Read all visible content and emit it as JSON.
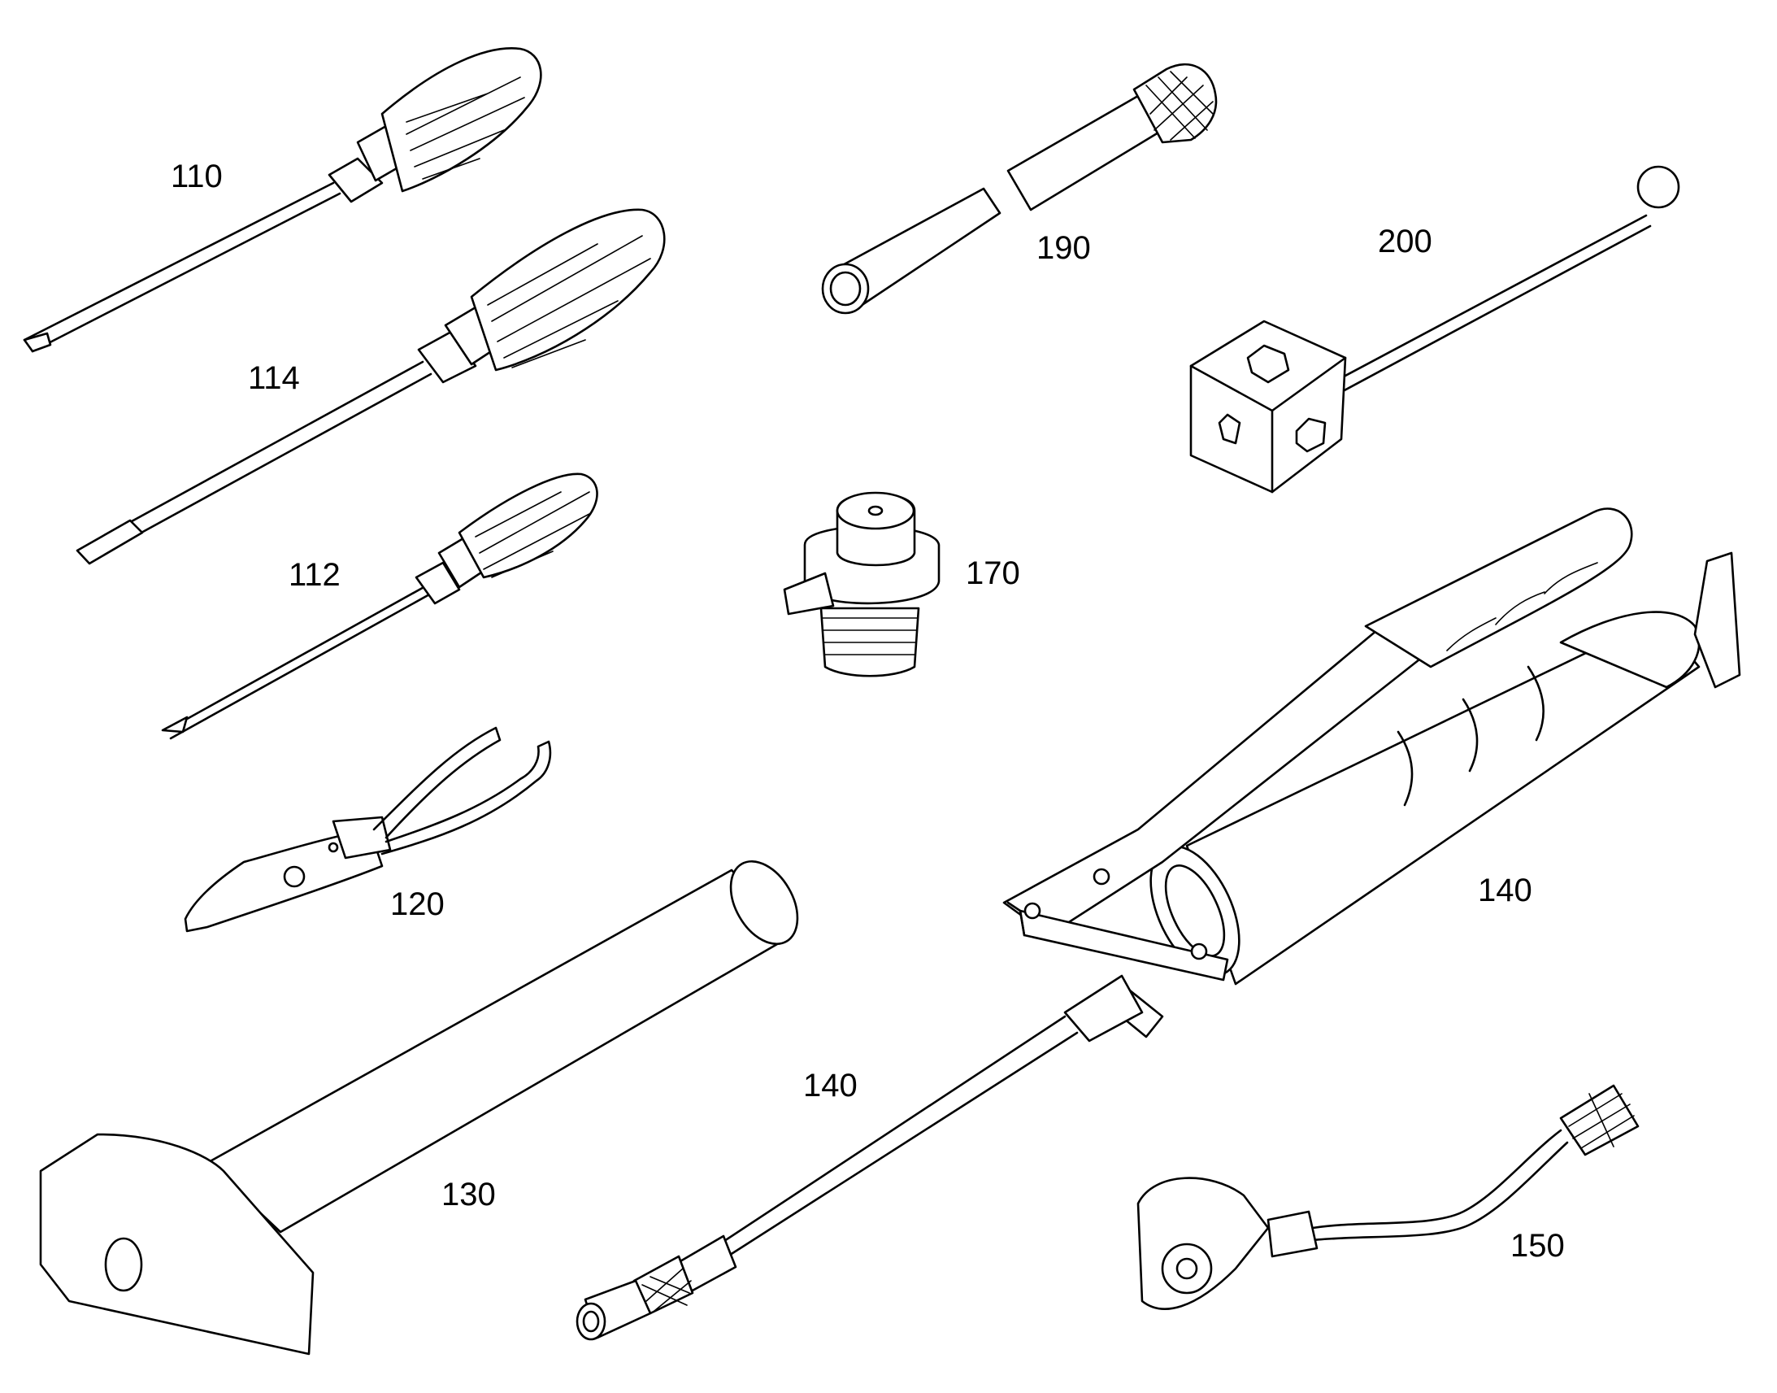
{
  "callouts": {
    "c110": "110",
    "c114": "114",
    "c112": "112",
    "c120": "120",
    "c130": "130",
    "c190": "190",
    "c200": "200",
    "c170": "170",
    "c140_gun": "140",
    "c140_hose": "140",
    "c150": "150"
  },
  "colors": {
    "line": "#000000",
    "background": "#ffffff"
  }
}
